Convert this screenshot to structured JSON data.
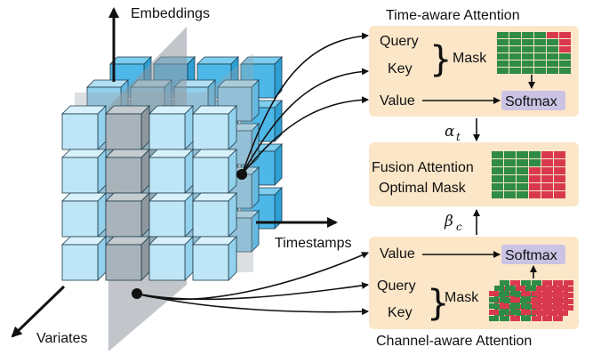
{
  "axes": {
    "embeddings": "Embeddings",
    "timestamps": "Timestamps",
    "variates": "Variates"
  },
  "time_attention": {
    "title": "Time-aware Attention",
    "query": "Query",
    "key": "Key",
    "mask": "Mask",
    "value": "Value",
    "softmax": "Softmax"
  },
  "alpha": {
    "symbol": "α",
    "sub": "t"
  },
  "fusion": {
    "line1": "Fusion Attention",
    "line2": "Optimal Mask"
  },
  "beta": {
    "symbol": "β",
    "sub": "c"
  },
  "channel_attention": {
    "title": "Channel-aware Attention",
    "value": "Value",
    "softmax": "Softmax",
    "query": "Query",
    "key": "Key",
    "mask": "Mask"
  },
  "colors": {
    "panel": "#fbe6c8",
    "softmax": "#cbc3e3",
    "mask_green": "#2f8b45",
    "mask_red": "#d9394e",
    "cube_blue": "#4db8e8",
    "cube_light": "#bfe6f6",
    "plane_gray": "#9ea6ad"
  }
}
